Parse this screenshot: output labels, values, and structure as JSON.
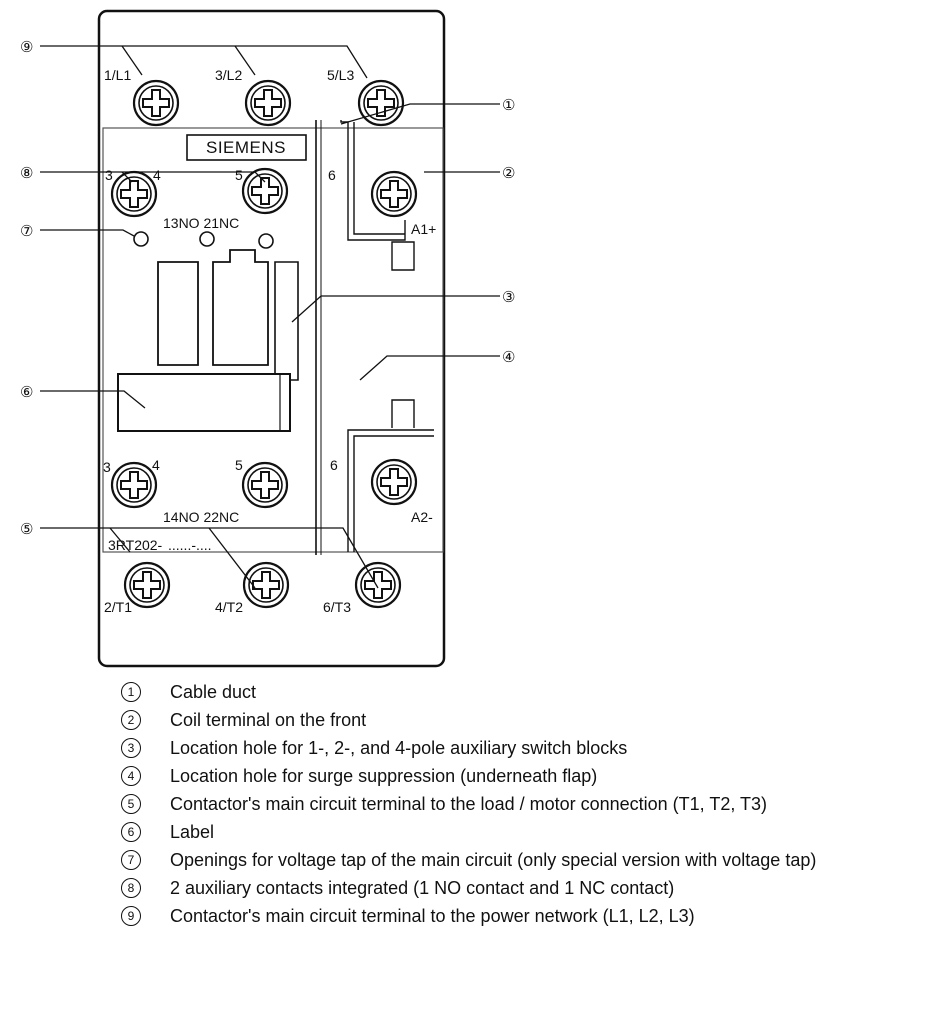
{
  "diagram": {
    "brand": "SIEMENS",
    "terminals": {
      "top_left": "1/L1",
      "top_mid": "3/L2",
      "top_right": "5/L3",
      "bottom_left": "2/T1",
      "bottom_mid": "4/T2",
      "bottom_right": "6/T3",
      "coil_top": "A1+",
      "coil_bottom": "A2-"
    },
    "aux": {
      "upper_3": "3",
      "upper_4": "4",
      "upper_5": "5",
      "upper_6": "6",
      "upper_label": "13NO 21NC",
      "lower_3": "3",
      "lower_4": "4",
      "lower_5": "5",
      "lower_6": "6",
      "lower_label": "14NO 22NC"
    },
    "model": "3RT202-",
    "callouts": [
      "①",
      "②",
      "③",
      "④",
      "⑤",
      "⑥",
      "⑦",
      "⑧",
      "⑨"
    ]
  },
  "legend": [
    {
      "num": "1",
      "text": "Cable duct"
    },
    {
      "num": "2",
      "text": "Coil terminal on the front"
    },
    {
      "num": "3",
      "text": "Location hole for 1-, 2-, and 4-pole auxiliary switch blocks"
    },
    {
      "num": "4",
      "text": "Location hole for surge suppression (underneath flap)"
    },
    {
      "num": "5",
      "text": "Contactor's main circuit terminal to the load / motor connection (T1, T2, T3)"
    },
    {
      "num": "6",
      "text": "Label"
    },
    {
      "num": "7",
      "text": "Openings for voltage tap of the main circuit (only special version with voltage tap)"
    },
    {
      "num": "8",
      "text": "2 auxiliary contacts integrated (1 NO contact and 1 NC contact)"
    },
    {
      "num": "9",
      "text": "Contactor's main circuit terminal to the power network (L1, L2, L3)"
    }
  ]
}
